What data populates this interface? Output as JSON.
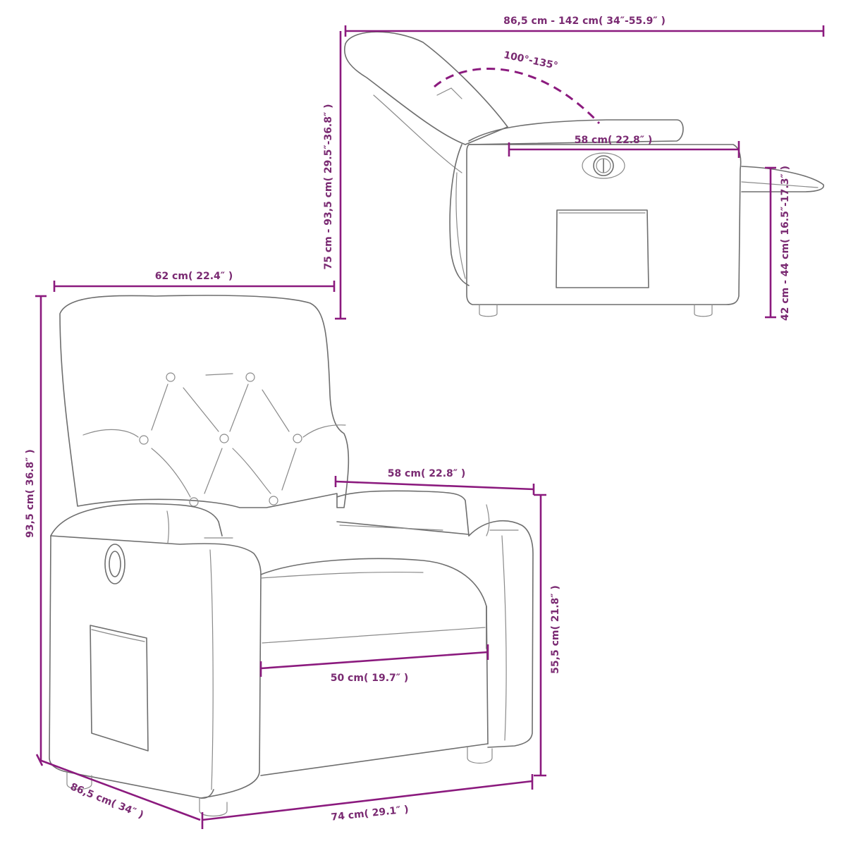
{
  "diagram": {
    "subject": "Recliner chair dimensions",
    "dimension_color": "#8b1a7e",
    "side_view": {
      "total_length": "86,5 cm - 142 cm( 34″-55.9″ )",
      "recline_angle": "100°-135°",
      "seat_depth": "58 cm( 22.8″ )",
      "total_height": "75 cm - 93,5 cm( 29.5″-36.8″ )",
      "footrest_height": "42 cm - 44 cm( 16.5″-17.3″ )"
    },
    "front_view": {
      "backrest_width": "62 cm( 22.4″ )",
      "height": "93,5 cm( 36.8″ )",
      "armrest_depth": "58 cm( 22.8″ )",
      "seat_width": "50 cm( 19.7″ )",
      "arm_height": "55,5 cm( 21.8″ )",
      "depth": "86,5 cm( 34″ )",
      "width": "74 cm( 29.1″ )"
    }
  }
}
